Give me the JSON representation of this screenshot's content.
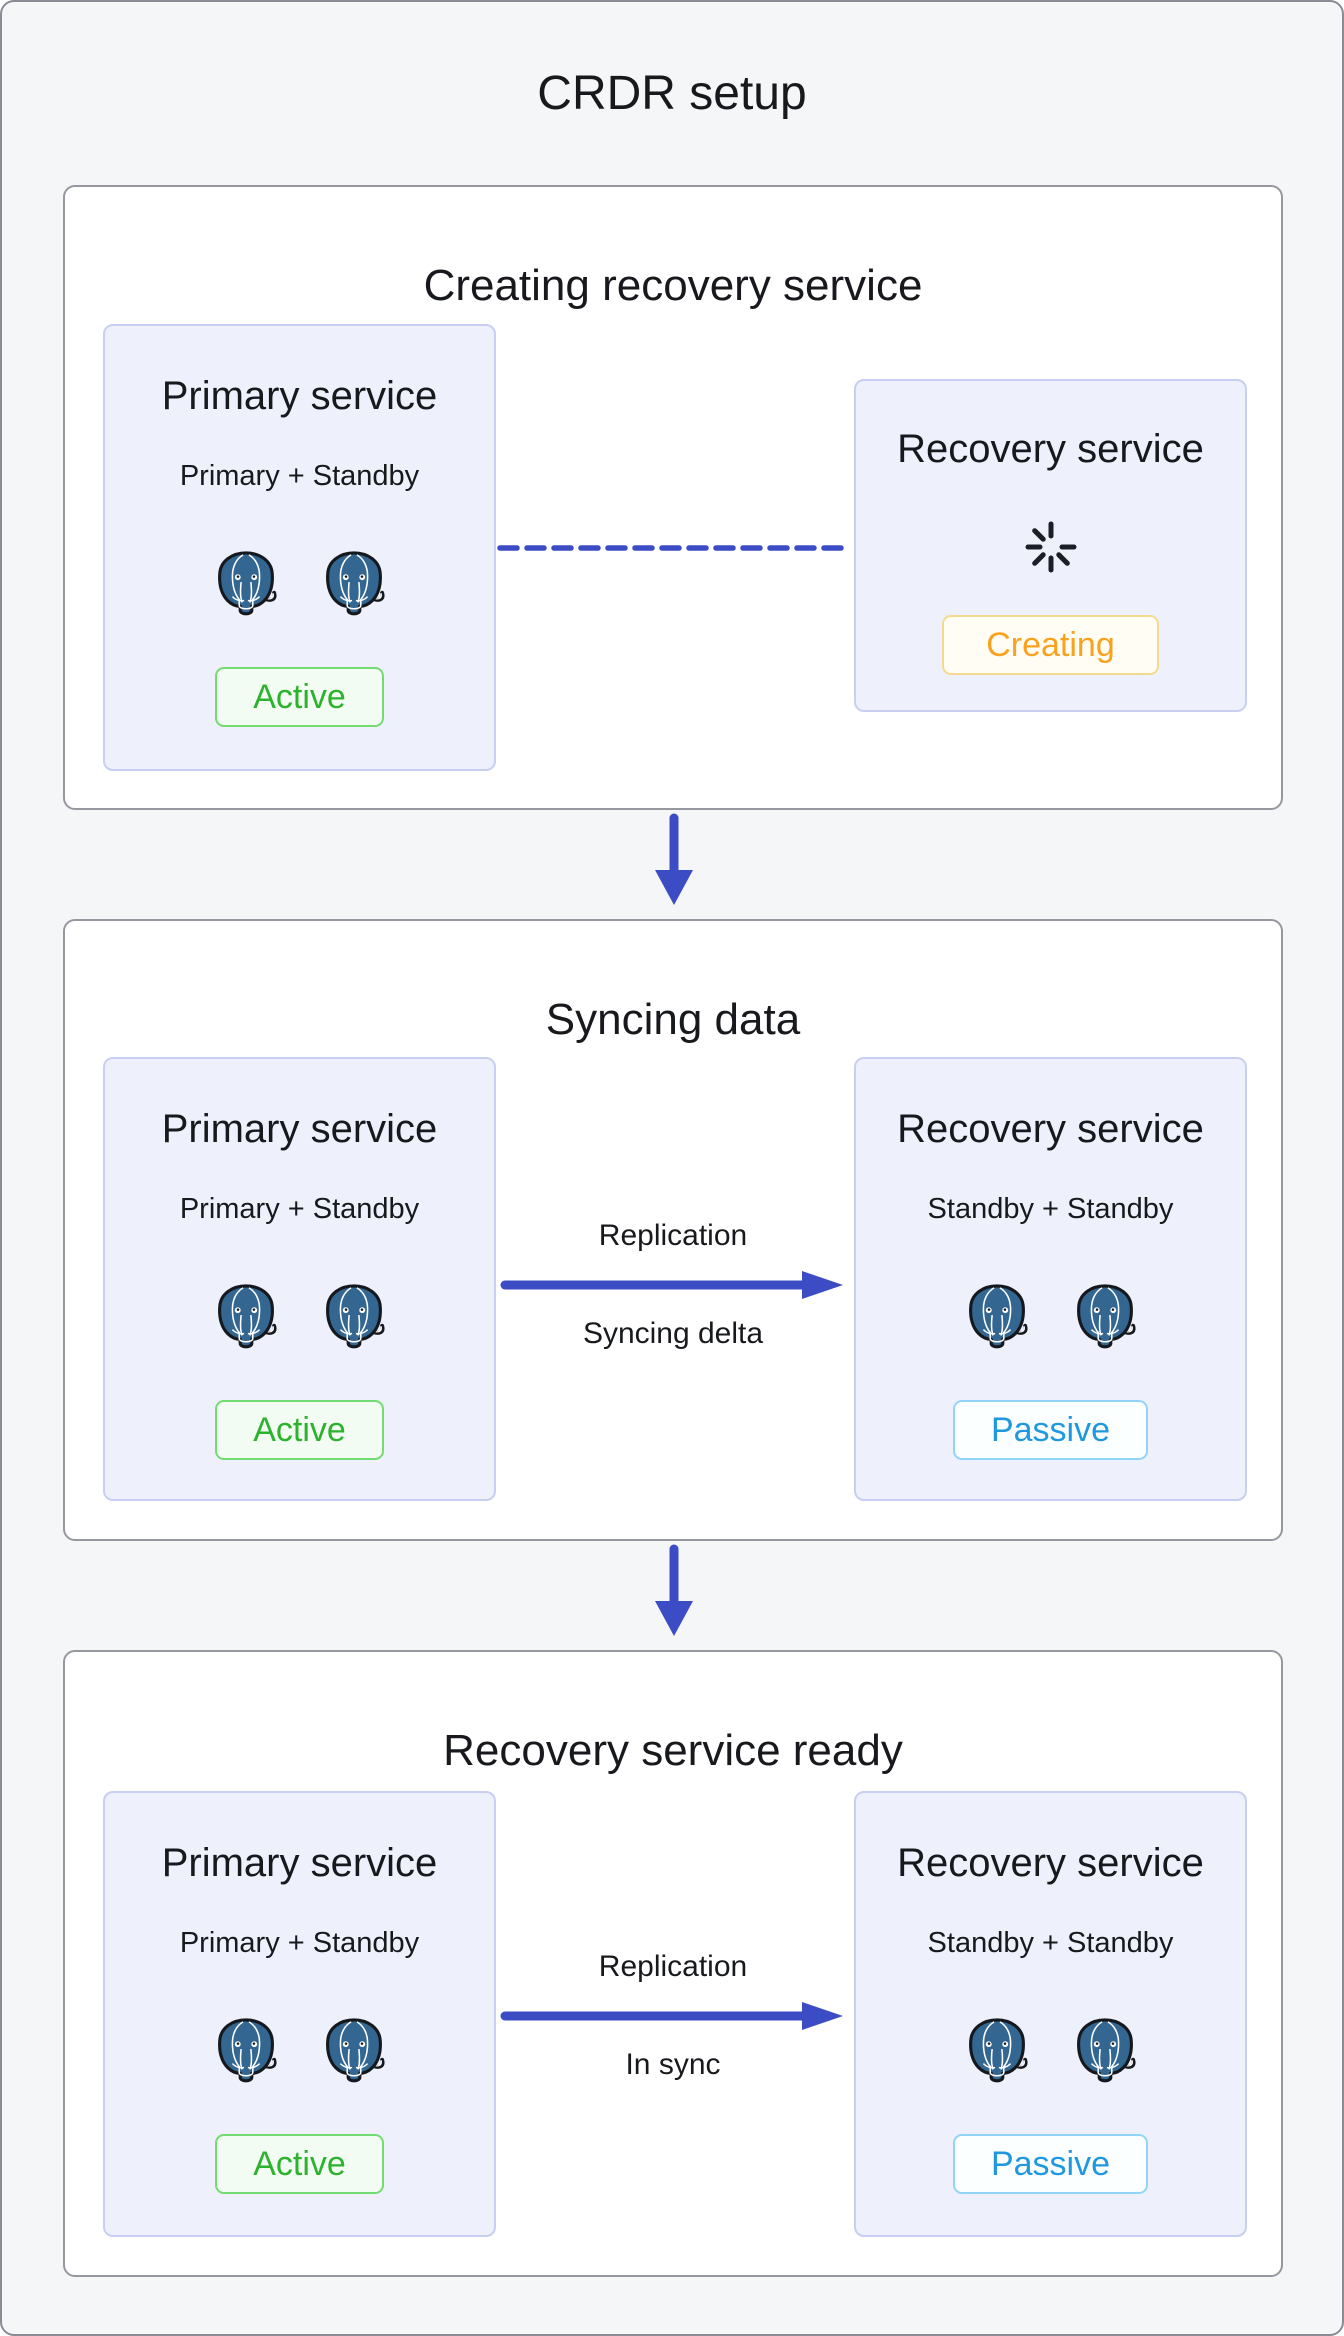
{
  "page_title": "CRDR setup",
  "stages": [
    {
      "title": "Creating recovery service",
      "primary": {
        "title": "Primary service",
        "subtitle": "Primary + Standby",
        "badge": "Active",
        "badge_state": "active",
        "instances": 2
      },
      "recovery": {
        "title": "Recovery service",
        "badge": "Creating",
        "badge_state": "creating",
        "spinner": true
      },
      "connector": {
        "type": "dashed-line"
      }
    },
    {
      "title": "Syncing data",
      "primary": {
        "title": "Primary service",
        "subtitle": "Primary + Standby",
        "badge": "Active",
        "badge_state": "active",
        "instances": 2
      },
      "recovery": {
        "title": "Recovery service",
        "subtitle": "Standby + Standby",
        "badge": "Passive",
        "badge_state": "passive",
        "instances": 2
      },
      "connector": {
        "type": "solid-arrow-right",
        "label_top": "Replication",
        "label_bottom": "Syncing delta"
      }
    },
    {
      "title": "Recovery service ready",
      "primary": {
        "title": "Primary service",
        "subtitle": "Primary + Standby",
        "badge": "Active",
        "badge_state": "active",
        "instances": 2
      },
      "recovery": {
        "title": "Recovery service",
        "subtitle": "Standby + Standby",
        "badge": "Passive",
        "badge_state": "passive",
        "instances": 2
      },
      "connector": {
        "type": "solid-arrow-right",
        "label_top": "Replication",
        "label_bottom": "In sync"
      }
    }
  ],
  "icons": {
    "elephant": "postgresql-elephant-icon",
    "spinner": "loading-spinner-icon",
    "down_arrow": "arrow-down-icon",
    "right_arrow": "arrow-right-icon"
  },
  "colors": {
    "flow_blue": "#3c4cc4",
    "elephant_blue": "#336791",
    "active_green": "#2db22d",
    "creating_orange": "#f9a21d",
    "passive_blue": "#1f98e0",
    "card_bg": "#eef1fc",
    "card_border": "#c8cff2",
    "panel_border": "#97979f",
    "page_bg": "#f5f6f8"
  }
}
